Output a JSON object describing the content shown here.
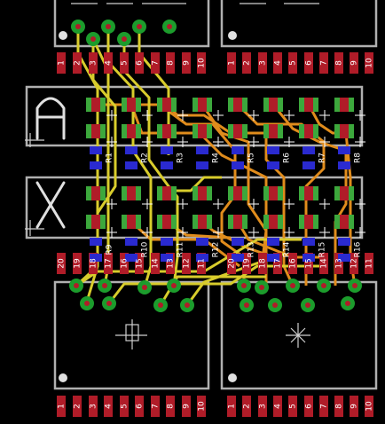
{
  "colors": {
    "background": "#000000",
    "silkscreen": "#b0b0b0",
    "pad_red": "#b01c28",
    "pad_green": "#3ca83c",
    "pad_blue": "#2a2ad0",
    "trace_yellow": "#d8cc2c",
    "trace_orange": "#e08c1c",
    "via_green": "#1c9c2c"
  },
  "header_labels_top": [
    "1",
    "2",
    "3",
    "4",
    "5",
    "6",
    "7",
    "8",
    "9",
    "10"
  ],
  "header_labels_bottom": [
    "1",
    "2",
    "3",
    "4",
    "5",
    "6",
    "7",
    "8",
    "9",
    "10"
  ],
  "header_labels_mid_left": [
    "20",
    "19",
    "18",
    "17",
    "16",
    "15",
    "14",
    "13",
    "12",
    "11"
  ],
  "header_labels_mid_right": [
    "20",
    "19",
    "18",
    "17",
    "16",
    "15",
    "14",
    "13",
    "12",
    "11"
  ],
  "display_glyphs": [
    "A",
    "X"
  ],
  "resistor_labels_upper": [
    "R1",
    "R2",
    "R3",
    "R4",
    "R5",
    "R6",
    "R7",
    "R8"
  ],
  "resistor_labels_lower": [
    "R9",
    "R10",
    "R11",
    "R12",
    "R13",
    "R14",
    "R15",
    "R16"
  ]
}
